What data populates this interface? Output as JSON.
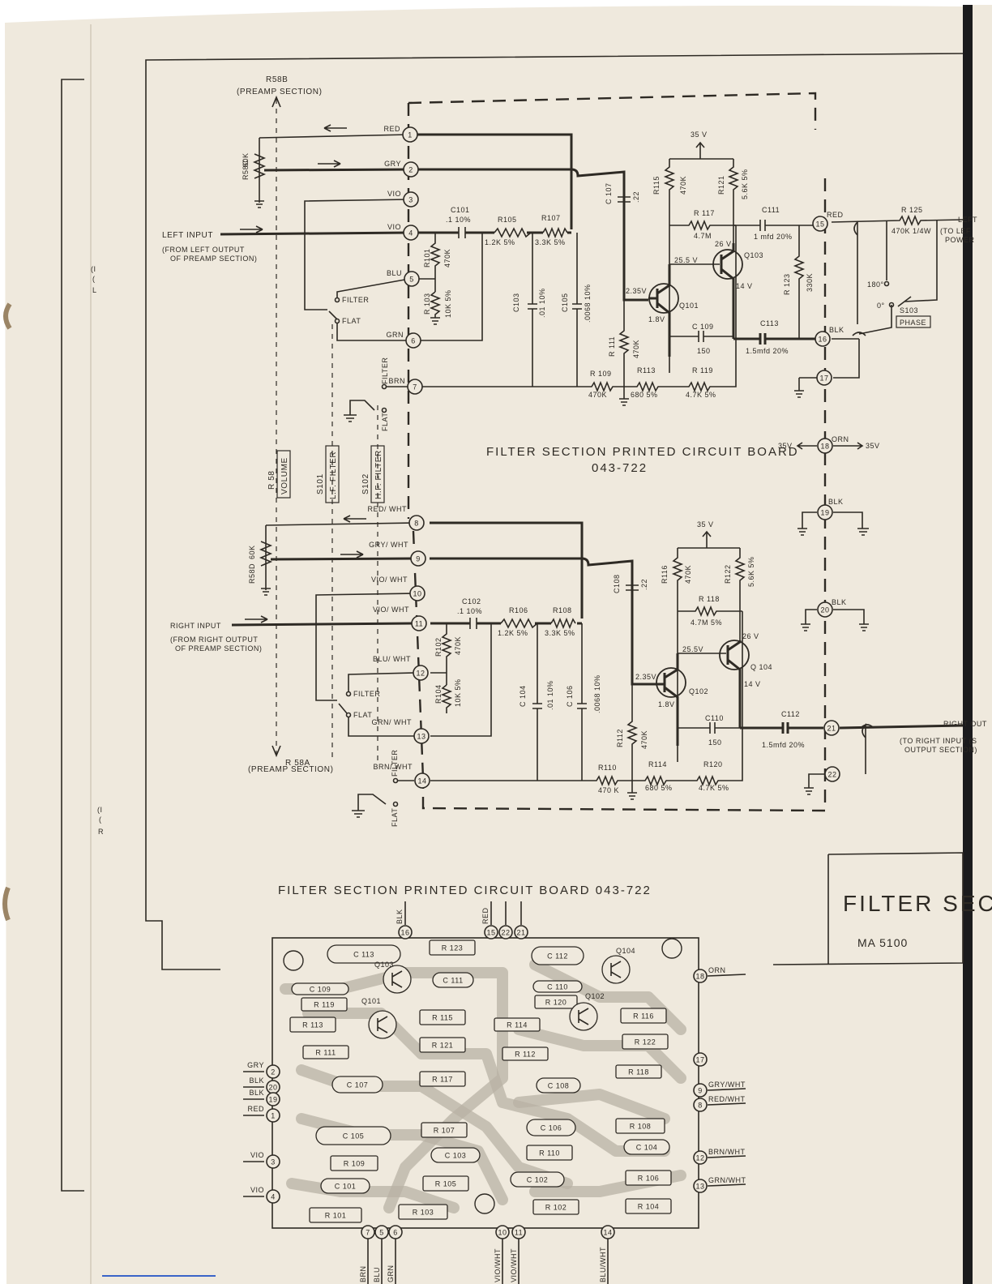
{
  "colors": {
    "paper": "#efe9dd",
    "ink": "#2e2a24",
    "edge": "#1b1b1d",
    "trace": "#b8b1a4"
  },
  "schematic": {
    "board_title": "FILTER SECTION PRINTED CIRCUIT BOARD",
    "board_number": "043-722",
    "controls": {
      "r58b": "R58B",
      "r58b_sub": "(PREAMP SECTION)",
      "r58a": "R 58A",
      "r58a_sub": "(PREAMP SECTION)",
      "r58": "R 58",
      "volume": "VOLUME",
      "s101": "S101",
      "s101_box": "L.F. FILTER",
      "s102": "S102",
      "s102_box": "H.F. FILTER",
      "s103": "S103",
      "phase": "PHASE",
      "r58c": "R58C",
      "r58d": "R58D",
      "pot_value": "60K",
      "deg180": "180°",
      "deg0": "0°"
    },
    "inputs": {
      "left": "LEFT INPUT",
      "left_sub1": "(FROM LEFT OUTPUT",
      "left_sub2": "OF PREAMP SECTION)",
      "right": "RIGHT INPUT",
      "right_sub1": "(FROM RIGHT OUTPUT",
      "right_sub2": "OF PREAMP SECTION)"
    },
    "outputs": {
      "left_a": "LEFT",
      "left_b": "(TO LEF",
      "left_c": "POWER",
      "right_a": "RIGHT OUT",
      "right_b": "(TO RIGHT INPUT (S",
      "right_c": "OUTPUT SECTION)"
    },
    "switch_labels": {
      "filter": "FILTER",
      "flat": "FLAT"
    },
    "terminals": [
      {
        "n": "1",
        "wire": "RED"
      },
      {
        "n": "2",
        "wire": "GRY"
      },
      {
        "n": "3",
        "wire": "VIO"
      },
      {
        "n": "4",
        "wire": "VIO"
      },
      {
        "n": "5",
        "wire": "BLU"
      },
      {
        "n": "6",
        "wire": "GRN"
      },
      {
        "n": "7",
        "wire": "BRN"
      },
      {
        "n": "8",
        "wire": "RED/ WHT"
      },
      {
        "n": "9",
        "wire": "GRY/ WHT"
      },
      {
        "n": "10",
        "wire": "VIO/ WHT"
      },
      {
        "n": "11",
        "wire": "VIO/ WHT"
      },
      {
        "n": "12",
        "wire": "BLU/ WHT"
      },
      {
        "n": "13",
        "wire": "GRN/ WHT"
      },
      {
        "n": "14",
        "wire": "BRN/ WHT"
      },
      {
        "n": "15",
        "wire": "RED"
      },
      {
        "n": "16",
        "wire": "BLK"
      },
      {
        "n": "17",
        "wire": ""
      },
      {
        "n": "18",
        "wire": "ORN"
      },
      {
        "n": "19",
        "wire": "BLK"
      },
      {
        "n": "20",
        "wire": "BLK"
      },
      {
        "n": "21",
        "wire": ""
      },
      {
        "n": "22",
        "wire": ""
      }
    ],
    "components": {
      "c101": "C101",
      "c101v": ".1 10%",
      "c102": "C102",
      "c102v": ".1 10%",
      "r105": "R105",
      "r105v": "1.2K 5%",
      "r107": "R107",
      "r107v": "3.3K 5%",
      "r106": "R106",
      "r106v": "1.2K 5%",
      "r108": "R108",
      "r108v": "3.3K 5%",
      "r101": "R101",
      "r101v": "470K",
      "r103": "R 103",
      "r103v": "10K 5%",
      "r102": "R102",
      "r102v": "470K",
      "r104": "R104",
      "r104v": "10K 5%",
      "c103": "C103",
      "c103v": ".01 10%",
      "c105": "C105",
      "c105v": ".0068 10%",
      "c104": "C 104",
      "c104v": ".01 10%",
      "c106": "C 106",
      "c106v": ".0068 10%",
      "c107": "C 107",
      "c107v": ".22",
      "c108": "C108",
      "c108v": ".22",
      "r115": "R115",
      "r115v": "470K",
      "r121": "R121",
      "r121v": "5.6K 5%",
      "r116": "R116",
      "r116v": "470K",
      "r122": "R122",
      "r122v": "5.6K 5%",
      "r117": "R 117",
      "r117v": "4.7M",
      "r118": "R 118",
      "r118v": "4.7M 5%",
      "c111": "C111",
      "c111v": "1 mfd 20%",
      "c112": "C112",
      "c112v": "1.5mfd 20%",
      "c113": "C113",
      "c113v": "1.5mfd 20%",
      "c109": "C 109",
      "c109v": "150",
      "c110": "C110",
      "c110v": "150",
      "r111": "R 111",
      "r111v": "470K",
      "r112": "R112",
      "r112v": "470K",
      "r109": "R 109",
      "r109v": "470K",
      "r110": "R110",
      "r110v": "470 K",
      "r113": "R113",
      "r113v": "680 5%",
      "r114": "R114",
      "r114v": "680 5%",
      "r119": "R 119",
      "r119v": "4.7K 5%",
      "r120": "R120",
      "r120v": "4.7K 5%",
      "r123": "R 123",
      "r123v": "330K",
      "r125": "R 125",
      "r125v": "470K 1/4W",
      "q101": "Q101",
      "q102": "Q102",
      "q103": "Q103",
      "q104": "Q 104"
    },
    "voltages": {
      "v35": "35 V",
      "v35b": "35V",
      "v35c": "35 V",
      "v235a": "2.35V",
      "v18a": "1.8V",
      "v255a": "25.5 V",
      "v26a": "26 V",
      "v14a": "14 V",
      "v235b": "2.35V",
      "v18b": "1.8V",
      "v255b": "25.5V",
      "v26b": "26 V",
      "v14b": "14 V",
      "v35l": "35V",
      "v35r": "35V"
    }
  },
  "title_block": {
    "title": "FILTER SEC",
    "model": "MA 5100"
  },
  "pcb": {
    "title": "FILTER SECTION PRINTED CIRCUIT BOARD 043-722",
    "parts": [
      "C 113",
      "R 123",
      "C 112",
      "C 111",
      "C 109",
      "R 119",
      "C 110",
      "R 120",
      "R 115",
      "R 114",
      "R 116",
      "R 113",
      "R 121",
      "R 112",
      "R 122",
      "R 111",
      "R 117",
      "R 118",
      "C 107",
      "C 108",
      "C 105",
      "R 107",
      "C 106",
      "R 108",
      "R 109",
      "C 103",
      "R 110",
      "C 104",
      "C 101",
      "R 105",
      "C 102",
      "R 106",
      "R 101",
      "R 103",
      "R 102",
      "R 104"
    ],
    "transistors": [
      "Q103",
      "Q101",
      "Q104",
      "Q102"
    ],
    "left_pins": [
      {
        "n": "2",
        "w": "GRY"
      },
      {
        "n": "20",
        "w": "BLK"
      },
      {
        "n": "19",
        "w": "BLK"
      },
      {
        "n": "1",
        "w": "RED"
      },
      {
        "n": "3",
        "w": "VIO"
      },
      {
        "n": "4",
        "w": "VIO"
      }
    ],
    "right_pins": [
      {
        "n": "18",
        "w": "ORN"
      },
      {
        "n": "17",
        "w": ""
      },
      {
        "n": "9",
        "w": "GRY/WHT"
      },
      {
        "n": "8",
        "w": "RED/WHT"
      },
      {
        "n": "12",
        "w": "BRN/WHT"
      },
      {
        "n": "13",
        "w": "GRN/WHT"
      }
    ],
    "top_pins": [
      {
        "n": "16",
        "w": "BLK"
      },
      {
        "n": "15",
        "w": "RED"
      },
      {
        "n": "22",
        "w": ""
      },
      {
        "n": "21",
        "w": ""
      }
    ],
    "bottom_pins": [
      {
        "n": "7",
        "w": "BRN"
      },
      {
        "n": "5",
        "w": "BLU"
      },
      {
        "n": "6",
        "w": "GRN"
      },
      {
        "n": "10",
        "w": "VIO/WHT"
      },
      {
        "n": "11",
        "w": "VIO/WHT"
      },
      {
        "n": "14",
        "w": "BLU/WHT"
      }
    ]
  },
  "margin_marks": {
    "m1": "(I",
    "m2": "(",
    "m3": "L",
    "m4": "(I",
    "m5": "(",
    "m6": "R"
  }
}
